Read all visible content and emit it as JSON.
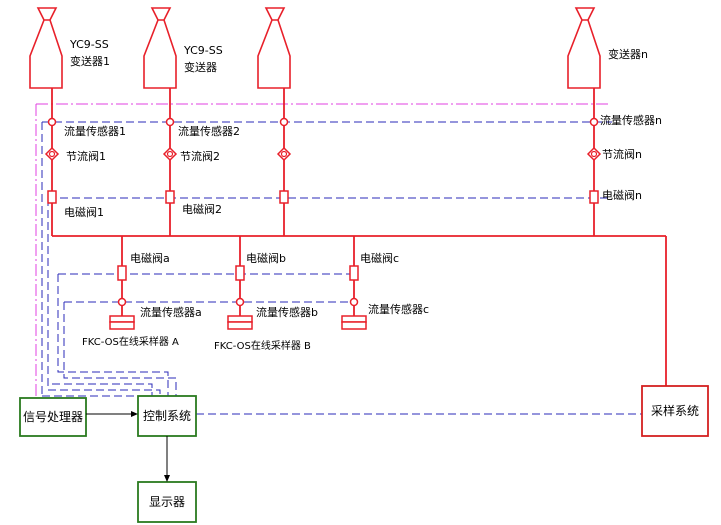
{
  "transmitters": [
    {
      "model": "YC9-SS",
      "name": "变送器1"
    },
    {
      "model": "YC9-SS",
      "name": "变送器"
    },
    {
      "model": "",
      "name": ""
    },
    {
      "model": "",
      "name": "变送器n"
    }
  ],
  "branch_labels": {
    "flow": [
      "流量传感器1",
      "流量传感器2",
      "",
      "流量传感器n"
    ],
    "throttle": [
      "节流阀1",
      "节流阀2",
      "",
      "节流阀n"
    ],
    "solenoid": [
      "电磁阀1",
      "电磁阀2",
      "",
      "电磁阀n"
    ]
  },
  "lower_labels": {
    "solenoid": [
      "电磁阀a",
      "电磁阀b",
      "电磁阀c"
    ],
    "flow": [
      "流量传感器a",
      "流量传感器b",
      "流量传感器c"
    ],
    "samplers": [
      "FKC-OS在线采样器 A",
      "FKC-OS在线采样器 B"
    ]
  },
  "boxes": {
    "signal_processor": "信号处理器",
    "control_system": "控制系统",
    "display": "显示器",
    "sampling_system": "采样系统"
  },
  "colors": {
    "pipe": "#e8202a",
    "signal": "#2b2bb8",
    "dashdot": "#e040e0",
    "box_green": "#2a7a1f",
    "box_red": "#d42020",
    "arrow": "#000000"
  }
}
